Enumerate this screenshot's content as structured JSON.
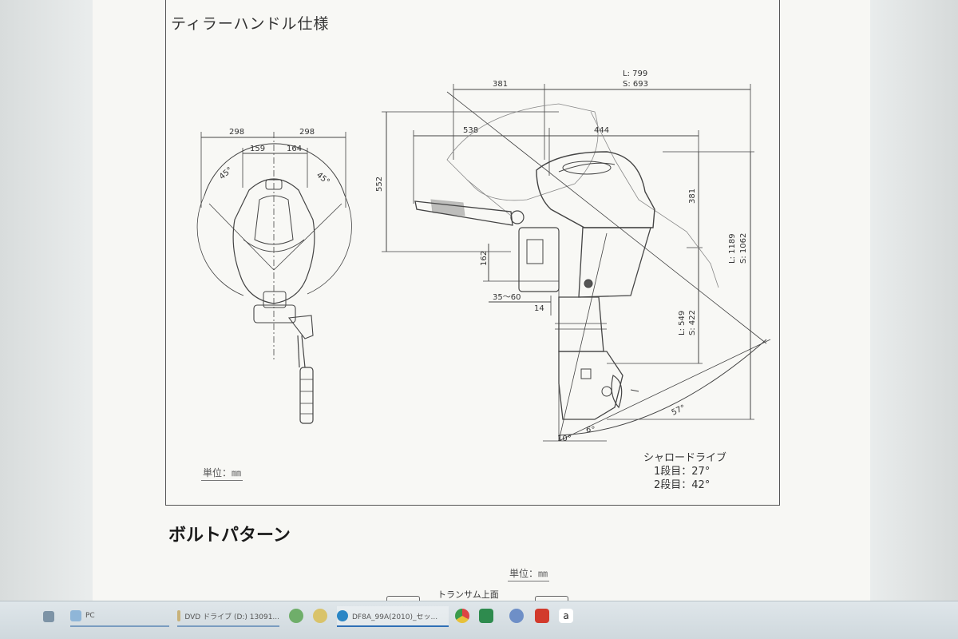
{
  "diagram": {
    "title": "ティラーハンドル仕様",
    "unit_label": "単位：㎜",
    "front_view": {
      "width_left": "298",
      "width_right": "298",
      "inner_left": "159",
      "inner_right": "164",
      "angle_left": "45°",
      "angle_right": "45°"
    },
    "side_view": {
      "top_left": "381",
      "length_L": "L: 799",
      "length_S": "S: 693",
      "handle_len": "538",
      "head_len": "444",
      "height_552": "552",
      "height_381": "381",
      "total_L": "L: 1189",
      "total_S": "S: 1062",
      "lower_L": "L: 549",
      "lower_S": "S: 422",
      "dim_162": "162",
      "dim_35_60": "35～60",
      "dim_14": "14",
      "angle_57": "57°",
      "angle_10": "10°",
      "angle_6": "6°"
    },
    "shallow_drive": {
      "label": "シャロードライブ",
      "stage1": "1段目：27°",
      "stage2": "2段目：42°"
    }
  },
  "bolt_section": {
    "title": "ボルトパターン",
    "unit_label": "単位：㎜",
    "transom_label": "トランサム上面"
  },
  "taskbar": {
    "items": [
      {
        "label": "PC",
        "icon": "pc-icon"
      },
      {
        "label": "DVD ドライブ (D:) 13091...",
        "icon": "dvd-drive-icon"
      },
      {
        "label": "DF8A_99A(2010)_セッ...",
        "icon": "edge-browser-icon"
      }
    ],
    "pinned": [
      "chrome-icon",
      "excel-icon",
      "settings-icon",
      "acrobat-icon",
      "amazon-icon"
    ]
  },
  "colors": {
    "line": "#444444",
    "frame": "#555555",
    "taskbar": "#d6dee2"
  }
}
